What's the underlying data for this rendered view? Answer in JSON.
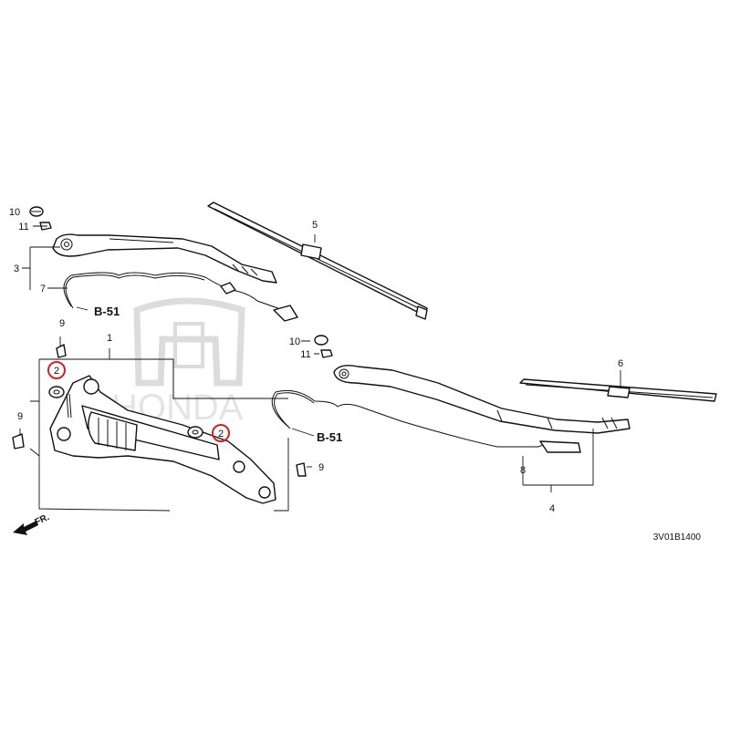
{
  "diagram": {
    "callouts": {
      "c1": "1",
      "c2a": "2",
      "c2b": "2",
      "c3": "3",
      "c4": "4",
      "c5": "5",
      "c6": "6",
      "c7": "7",
      "c8": "8",
      "c9a": "9",
      "c9b": "9",
      "c9c": "9",
      "c10a": "10",
      "c10b": "10",
      "c11a": "11",
      "c11b": "11"
    },
    "refs": {
      "left": "B-51",
      "right": "B-51"
    },
    "front_arrow": "FR.",
    "diagram_code": "3V01B1400",
    "watermark": "HONDA",
    "highlight_color": "#d62020"
  }
}
